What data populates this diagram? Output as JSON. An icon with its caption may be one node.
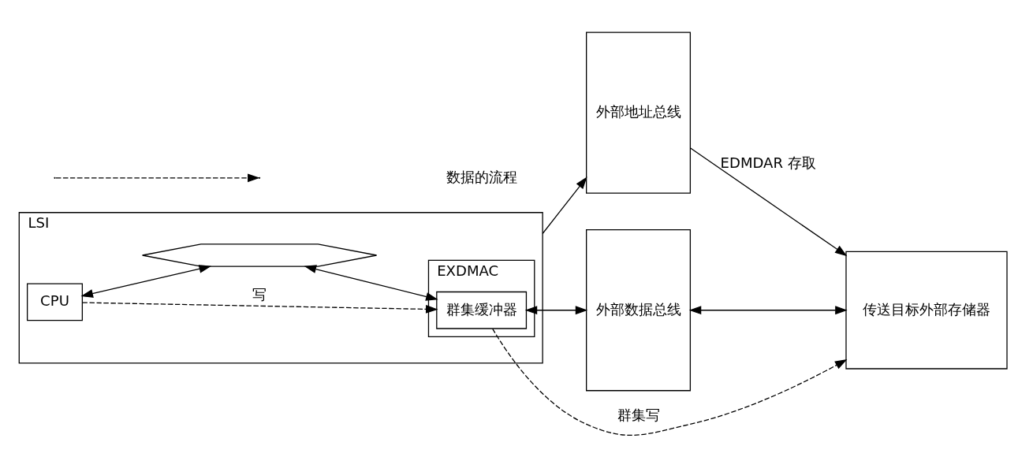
{
  "diagram": {
    "nodes": [
      {
        "text": [
          "LSI"
        ]
      },
      {
        "text": [
          "EXDMAC"
        ],
        "in": 0
      },
      {
        "text": [
          "群集缓冲器"
        ],
        "in": 1
      },
      {
        "text": [
          "CPU"
        ],
        "in": 0
      },
      {
        "text": [],
        "shape": "bar",
        "in": 0
      },
      {
        "text": [
          "外部地址总线"
        ]
      },
      {
        "text": [
          "外部数据总线"
        ]
      },
      {
        "text": [
          "传送目标外部存储器"
        ]
      }
    ],
    "edges": [
      {
        "from": 0,
        "to": 5,
        "arrow": "to"
      },
      {
        "from": 5,
        "to": 7,
        "arrow": "to",
        "label": "EDMDAR 存取"
      },
      {
        "from": 3,
        "to": 4,
        "arrow": "both"
      },
      {
        "from": 4,
        "to": 2,
        "arrow": "both"
      },
      {
        "from": 2,
        "to": 6,
        "arrow": "both"
      },
      {
        "from": 6,
        "to": 7,
        "arrow": "both"
      },
      {
        "from": 3,
        "to": 2,
        "arrow": "to",
        "label": "写",
        "style": "dashed"
      },
      {
        "from": 2,
        "to": 7,
        "arrow": "to",
        "label": "群集写",
        "style": "dashed"
      }
    ],
    "legend": [
      {
        "text": "数据的流程"
      }
    ]
  }
}
